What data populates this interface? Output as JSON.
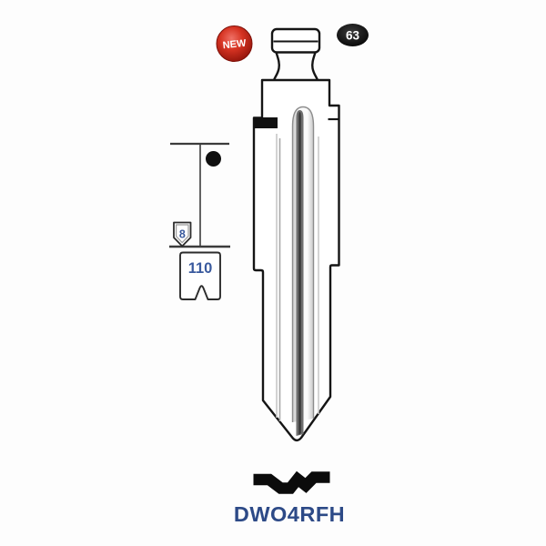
{
  "image": {
    "background": "#ffffff",
    "type": "key-blank-catalog-drawing"
  },
  "badges": {
    "new_badge": {
      "label": "NEW",
      "bg_color": "#c4241a",
      "text_color": "#ffffff"
    },
    "code_badge": {
      "label": "63",
      "bg_color": "#0d0d0d",
      "text_color": "#ffffff"
    }
  },
  "dimensions": {
    "stop_marker": "8",
    "profile_number": "110",
    "number_color": "#3a5a9e"
  },
  "product": {
    "reference": "DWO4RFH",
    "reference_color": "#2d4a87"
  }
}
